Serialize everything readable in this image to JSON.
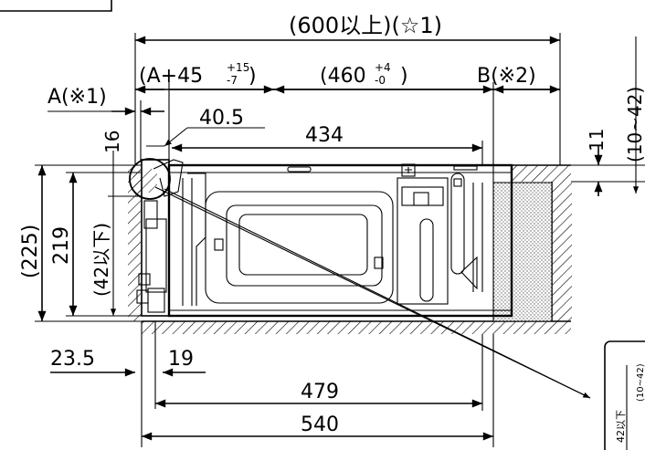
{
  "dimensions": {
    "overall_top": "(600以上)(☆1)",
    "a_note": "A(※1)",
    "a_plus": "(A+45",
    "a_plus_tol_upper": "+15",
    "a_plus_tol_lower": "-7",
    "a_plus_close": ")",
    "mid": "(460",
    "mid_tol_upper": "+4",
    "mid_tol_lower": "-0",
    "mid_close": ")",
    "b_note": "B(※2)",
    "d_40_5": "40.5",
    "d_434": "434",
    "d_16": "16",
    "d_11": "11",
    "d_10_42": "(10~42)",
    "d_225": "(225)",
    "d_219": "219",
    "d_42_below": "(42以下)",
    "d_23_5": "23.5",
    "d_19": "19",
    "d_479": "479",
    "d_540": "540"
  },
  "detail": {
    "label_42_below": "42以下",
    "label_10_42": "(10~42)"
  }
}
